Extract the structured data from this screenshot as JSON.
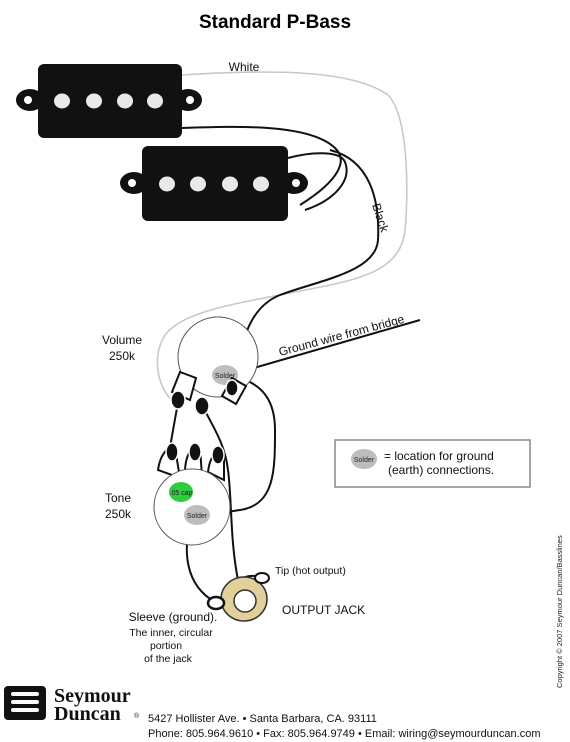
{
  "title": "Standard P-Bass",
  "wires": {
    "white": "White",
    "black": "Black",
    "ground": "Ground wire from bridge"
  },
  "volume": {
    "label": "Volume",
    "value": "250k"
  },
  "tone": {
    "label": "Tone",
    "value": "250k"
  },
  "solder_mark": "Solder",
  "cap_mark": ".05 cap",
  "legend": {
    "mark": "Solder",
    "line1": "= location for ground",
    "line2": "(earth) connections."
  },
  "jack": {
    "tip": "Tip (hot output)",
    "name": "OUTPUT JACK",
    "sleeve_lines": [
      "Sleeve (ground).",
      "The inner, circular",
      "portion",
      "of the jack"
    ]
  },
  "copyright": "Copyright © 2007 Seymour Duncan/Basslines",
  "brand": {
    "line1": "Seymour",
    "line2": "Duncan",
    "reg": "®"
  },
  "address": "5427 Hollister Ave. • Santa Barbara, CA. 93111",
  "contact": "Phone: 805.964.9610 • Fax: 805.964.9749 • Email: wiring@seymourduncan.com",
  "colors": {
    "pickup": "#111111",
    "pole": "#e9e9e9",
    "pot": "#ffffff",
    "cap": "#2ecc40",
    "jack_ring": "#e3cf99",
    "white_wire": "#cccccc"
  }
}
